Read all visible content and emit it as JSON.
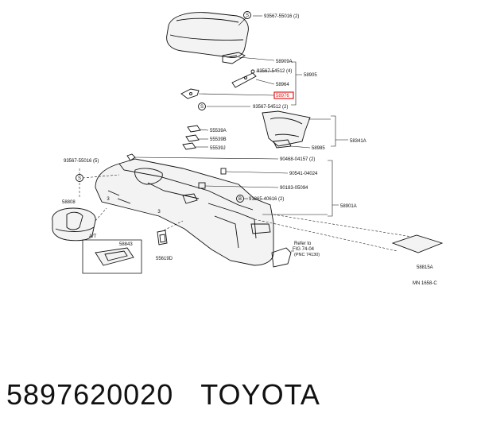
{
  "parts": {
    "p93567_55016_2": "93567-55016 (2)",
    "p58909A": "58909A",
    "p93567_54512_4": "93567-54512 (4)",
    "p58905": "58905",
    "p58964": "58964",
    "p58976": "58976",
    "p93567_54512_2": "93567-54512 (2)",
    "p55539A": "55539A",
    "p55539B": "55539B",
    "p55539J": "55539J",
    "p58341A": "58341A",
    "p58985": "58985",
    "p90468_04157": "90468-04157 (2)",
    "p90541_04024": "90541-04024",
    "p90183_05094": "90183-05094",
    "p91865_40616": "91865-40616 (2)",
    "p58901A": "58901A",
    "p93567_55016_5": "93567-55016 (5)",
    "p58808": "58808",
    "p58843": "58843",
    "p55619D": "55619D",
    "p58815A": "58815A"
  },
  "markers": {
    "s": "S",
    "b": "B",
    "three": "3"
  },
  "labels": {
    "at": "A/T",
    "refer_line1": "Refer to",
    "refer_line2": "FIG 74-04",
    "refer_line3": "(PNC 74130)",
    "drawing_id": "MN 1658-C"
  },
  "caption": {
    "part_number": "5897620020",
    "brand": "TOYOTA"
  }
}
